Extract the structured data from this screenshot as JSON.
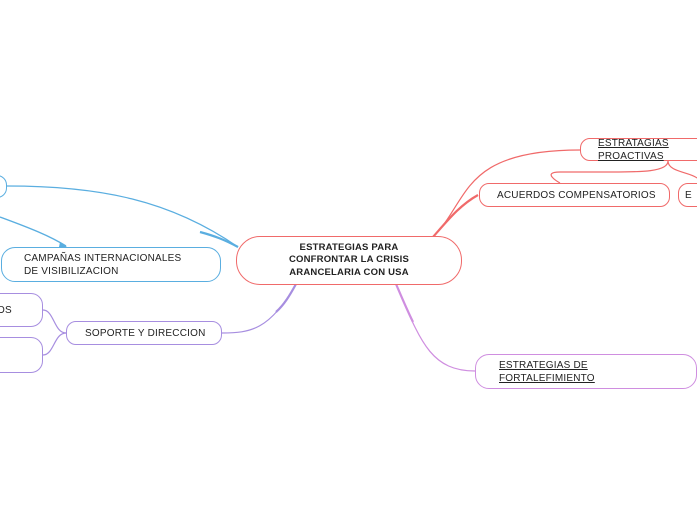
{
  "central_topic": {
    "line1": "ESTRATEGIAS PARA",
    "line2": "CONFRONTAR LA CRISIS",
    "line3": "ARANCELARIA CON USA"
  },
  "branches": {
    "proactivas": {
      "label": "ESTRATAGIAS PROACTIVAS",
      "color": "#f06a6a"
    },
    "acuerdos": {
      "label": "ACUERDOS COMPENSATORIOS",
      "color": "#f06a6a"
    },
    "red_right_fragment": {
      "label": "E",
      "color": "#f06a6a"
    },
    "campanas": {
      "line1": "CAMPAÑAS INTERNACIONALES",
      "line2": "DE VISIBILIZACION",
      "color": "#5aaee0"
    },
    "soporte": {
      "label": "SOPORTE Y DIRECCION",
      "color": "#a78ee0"
    },
    "soporte_child_1": {
      "label": "OS",
      "color": "#a78ee0"
    },
    "fortalecimiento": {
      "line1": "ESTRATEGIAS DE",
      "line2": "FORTALEFIMIENTO",
      "color": "#cf8ee0"
    }
  }
}
